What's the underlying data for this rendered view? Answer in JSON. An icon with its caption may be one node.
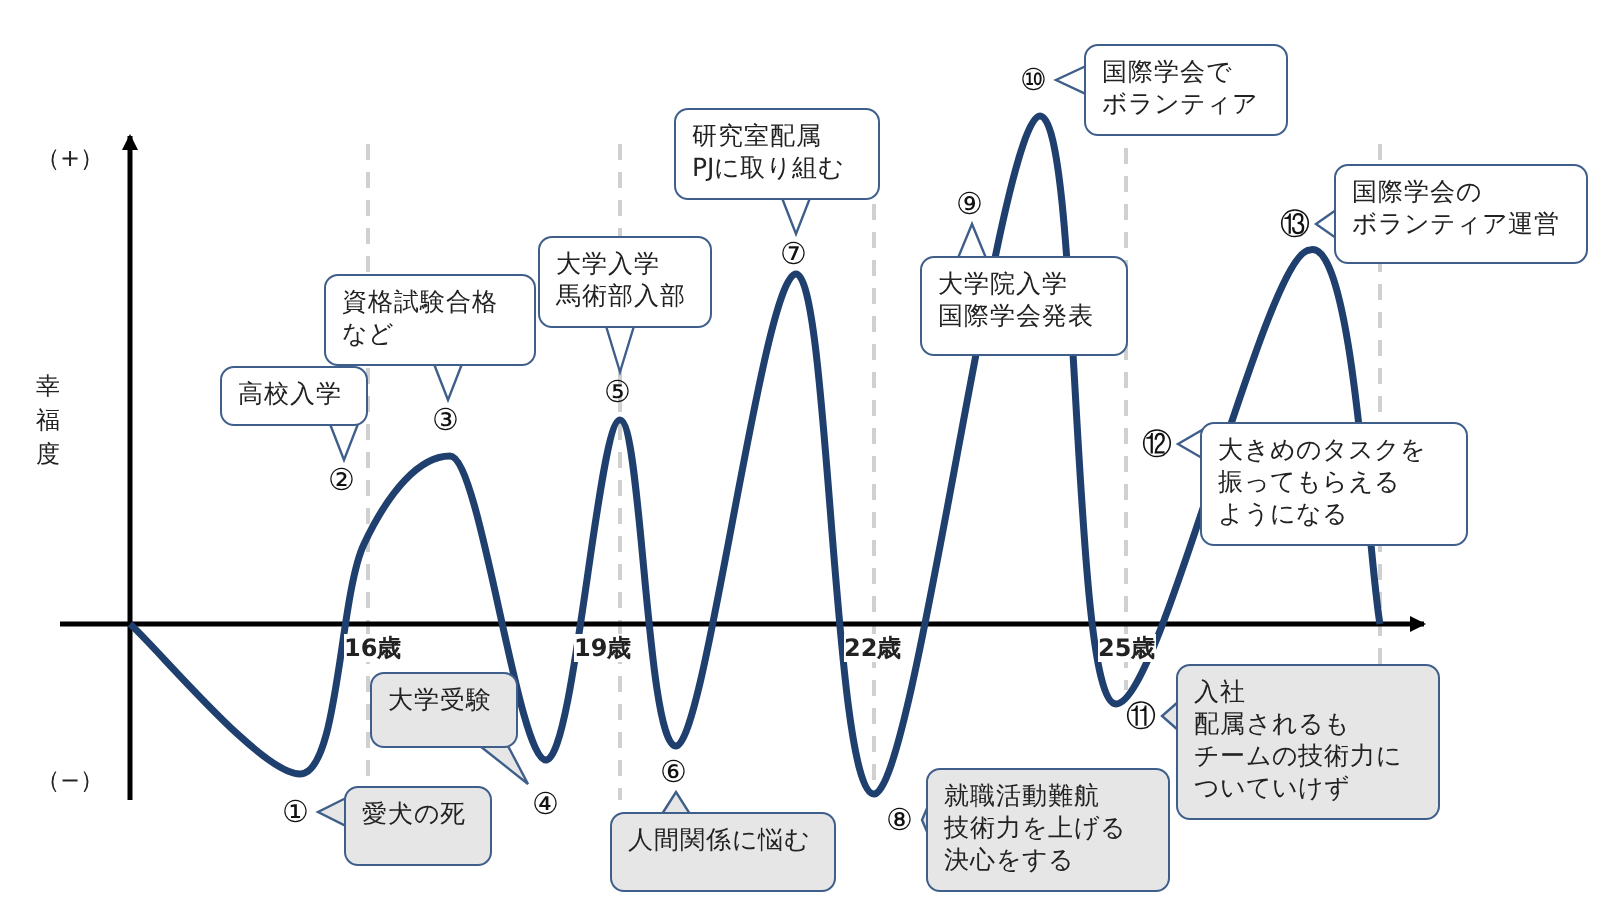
{
  "diagram": {
    "nodes": [
      {
        "text": [
          "愛犬の死"
        ],
        "beside": [
          "①"
        ]
      },
      {
        "text": [
          "高校入学"
        ],
        "beside": [
          "②"
        ]
      },
      {
        "text": [
          "資格試験合格など"
        ],
        "beside": [
          "③"
        ]
      },
      {
        "text": [
          "大学受験"
        ],
        "beside": [
          "④"
        ]
      },
      {
        "text": [
          "大学入学馬術部入部"
        ],
        "beside": [
          "⑤"
        ]
      },
      {
        "text": [
          "人間関係に悩む"
        ],
        "beside": [
          "⑥"
        ]
      },
      {
        "text": [
          "研究室配属PJに取り組む"
        ],
        "beside": [
          "⑦"
        ]
      },
      {
        "text": [
          "就職活動難航技術力を上げる決心をする"
        ],
        "beside": [
          "⑧"
        ]
      },
      {
        "text": [
          "大学院入学国際学会発表"
        ],
        "beside": [
          "⑨"
        ]
      },
      {
        "text": [
          "国際学会でボランティア"
        ],
        "beside": [
          "⑩"
        ]
      },
      {
        "text": [
          "入社配属されるもチームの技術力についていけず"
        ],
        "beside": [
          "⑪"
        ]
      },
      {
        "text": [
          "大きめのタスクを振ってもらえるようになる"
        ],
        "beside": [
          "⑫"
        ]
      },
      {
        "text": [
          "国際学会のボランティア運営"
        ],
        "beside": [
          "⑬"
        ]
      }
    ],
    "edges": [],
    "labels": [
      "（+）",
      "幸福度",
      "（−）",
      "16歳",
      "19歳",
      "22歳",
      "25歳"
    ]
  }
}
